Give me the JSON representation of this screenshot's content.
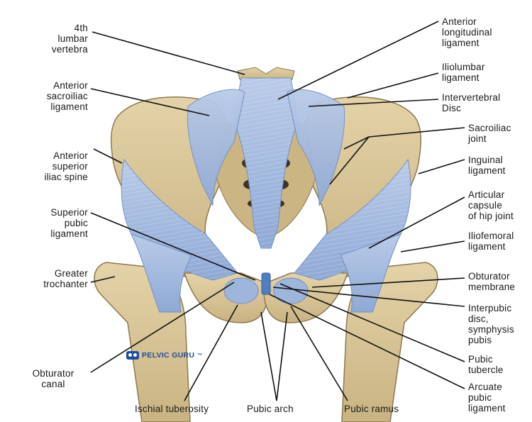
{
  "labels": {
    "lumbar_vertebra": "4th\nlumbar\nvertebra",
    "anterior_sacroiliac": "Anterior\nsacroiliac\nligament",
    "asis": "Anterior\nsuperior\niliac spine",
    "superior_pubic": "Superior\npubic\nligament",
    "greater_trochanter": "Greater\ntrochanter",
    "obturator_canal": "Obturator\ncanal",
    "ischial_tuberosity": "Ischial tuberosity",
    "pubic_arch": "Pubic arch",
    "pubic_ramus": "Pubic ramus",
    "anterior_longitudinal": "Anterior\nlongitudinal\nligament",
    "iliolumbar": "Iliolumbar\nligament",
    "intervertebral_disc": "Intervertebral\nDisc",
    "sacroiliac_joint": "Sacroiliac\njoint",
    "inguinal": "Inguinal\nligament",
    "articular_capsule": "Articular\ncapsule\nof hip joint",
    "iliofemoral": "Iliofemoral\nligament",
    "obturator_membrane": "Obturator\nmembrane",
    "interpubic_disc": "Interpubic\ndisc,\nsymphysis\npubis",
    "pubic_tubercle": "Pubic\ntubercle",
    "arcuate": "Arcuate\npubic\nligament"
  },
  "logo": {
    "text": "PELVIC GURU",
    "mark": "™"
  },
  "colors": {
    "bone": "#d8c597",
    "bone_shade": "#b59e6c",
    "ligament": "#a9bfe0",
    "ligament_dark": "#6f8fc4",
    "cavity": "#3c3428",
    "line": "#111111"
  }
}
